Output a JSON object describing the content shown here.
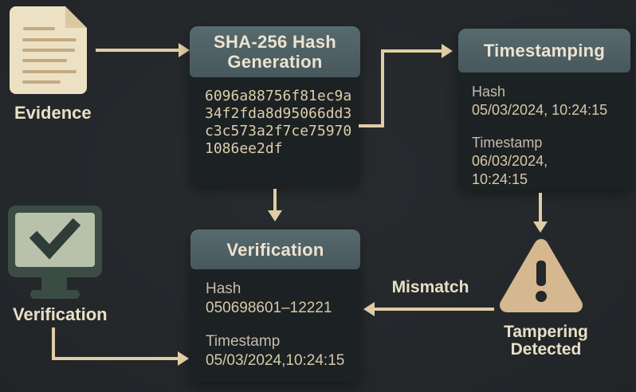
{
  "colors": {
    "background": "#24282b",
    "box_body": "#1c2124",
    "box_header": "#4c5d61",
    "header_text": "#ece3d0",
    "body_label": "#c6bcaa",
    "body_value": "#d7c9a5",
    "arrow": "#e0cda6",
    "label_text": "#e9dfc6",
    "document_fill": "#ede1c3",
    "document_lines": "#c2ab83",
    "monitor_frame": "#3b4c45",
    "monitor_screen": "#b8c2ab",
    "checkmark": "#2e3d38",
    "triangle_fill": "#d5b88f",
    "triangle_mark": "#23282b"
  },
  "nodes": {
    "evidence": {
      "label": "Evidence"
    },
    "sha_box": {
      "title": "SHA-256 Hash Generation",
      "hash": "6096a88756f81ec9a\n34f2fda8d95066dd3\nc3c573a2f7ce75970\n1086ee2df"
    },
    "timestamping_box": {
      "title": "Timestamping",
      "hash_label": "Hash",
      "hash_value": "05/03/2024, 10:24:15",
      "timestamp_label": "Timestamp",
      "timestamp_value": "06/03/2024,\n10:24:15"
    },
    "verification_box": {
      "title": "Verification",
      "hash_label": "Hash",
      "hash_value": "050698601–12221",
      "timestamp_label": "Timestamp",
      "timestamp_value": "05/03/2024,10:24:15"
    },
    "verification_node": {
      "label": "Verification"
    },
    "tampering_node": {
      "label": "Tampering\nDetected"
    },
    "mismatch": {
      "label": "Mismatch"
    }
  }
}
